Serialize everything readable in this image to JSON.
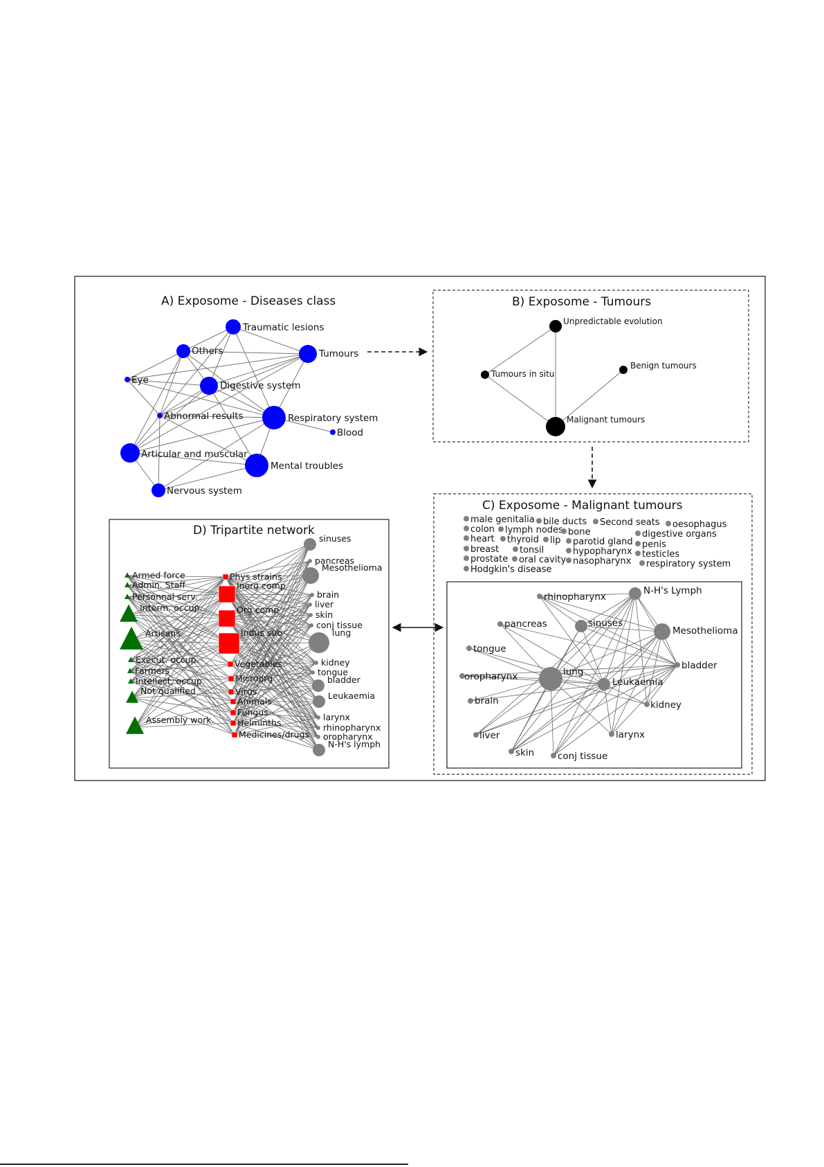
{
  "panelA": {
    "title": "A) Exposome - Diseases class",
    "node_color": "#0000ff",
    "nodes": [
      {
        "id": "traumatic",
        "label": "Traumatic lesions",
        "size": 11
      },
      {
        "id": "others",
        "label": "Others",
        "size": 10
      },
      {
        "id": "tumours",
        "label": "Tumours",
        "size": 13
      },
      {
        "id": "eye",
        "label": "Eye",
        "size": 4
      },
      {
        "id": "digestive",
        "label": "Digestive system",
        "size": 13
      },
      {
        "id": "abnormal",
        "label": "Abnormal results",
        "size": 4
      },
      {
        "id": "respiratory",
        "label": "Respiratory system",
        "size": 17
      },
      {
        "id": "blood",
        "label": "Blood",
        "size": 4
      },
      {
        "id": "articular",
        "label": "Articular and muscular",
        "size": 14
      },
      {
        "id": "mental",
        "label": "Mental troubles",
        "size": 17
      },
      {
        "id": "nervous",
        "label": "Nervous system",
        "size": 10
      }
    ],
    "edges": [
      [
        "traumatic",
        "tumours"
      ],
      [
        "traumatic",
        "digestive"
      ],
      [
        "traumatic",
        "others"
      ],
      [
        "traumatic",
        "respiratory"
      ],
      [
        "traumatic",
        "abnormal"
      ],
      [
        "others",
        "digestive"
      ],
      [
        "others",
        "respiratory"
      ],
      [
        "others",
        "abnormal"
      ],
      [
        "others",
        "articular"
      ],
      [
        "others",
        "eye"
      ],
      [
        "others",
        "tumours"
      ],
      [
        "tumours",
        "digestive"
      ],
      [
        "tumours",
        "respiratory"
      ],
      [
        "tumours",
        "abnormal"
      ],
      [
        "tumours",
        "articular"
      ],
      [
        "tumours",
        "eye"
      ],
      [
        "eye",
        "digestive"
      ],
      [
        "eye",
        "respiratory"
      ],
      [
        "eye",
        "abnormal"
      ],
      [
        "digestive",
        "respiratory"
      ],
      [
        "digestive",
        "abnormal"
      ],
      [
        "digestive",
        "articular"
      ],
      [
        "digestive",
        "mental"
      ],
      [
        "abnormal",
        "respiratory"
      ],
      [
        "abnormal",
        "articular"
      ],
      [
        "abnormal",
        "mental"
      ],
      [
        "abnormal",
        "nervous"
      ],
      [
        "respiratory",
        "blood"
      ],
      [
        "respiratory",
        "articular"
      ],
      [
        "respiratory",
        "mental"
      ],
      [
        "respiratory",
        "nervous"
      ],
      [
        "articular",
        "mental"
      ],
      [
        "articular",
        "nervous"
      ],
      [
        "mental",
        "nervous"
      ]
    ]
  },
  "panelB": {
    "title": "B) Exposome - Tumours",
    "node_color": "#000000",
    "nodes": [
      {
        "id": "unpredictable",
        "label": "Unpredictable evolution",
        "size": 9
      },
      {
        "id": "insitu",
        "label": "Tumours in situ",
        "size": 6
      },
      {
        "id": "benign",
        "label": "Benign tumours",
        "size": 6
      },
      {
        "id": "malignant",
        "label": "Malignant tumours",
        "size": 14
      }
    ],
    "edges": [
      [
        "unpredictable",
        "insitu"
      ],
      [
        "unpredictable",
        "malignant"
      ],
      [
        "insitu",
        "malignant"
      ],
      [
        "benign",
        "malignant"
      ]
    ]
  },
  "panelC": {
    "title": "C) Exposome - Malignant tumours",
    "node_color": "#808080",
    "isolated": [
      "male genitalia",
      "colon",
      "heart",
      "breast",
      "prostate",
      "Hodgkin's disease",
      "bile ducts",
      "lymph nodes",
      "thyroid",
      "tonsil",
      "oral cavity",
      "lip",
      "bone",
      "parotid gland",
      "hypopharynx",
      "nasopharynx",
      "Second seats",
      "oesophagus",
      "digestive organs",
      "penis",
      "testicles",
      "respiratory system"
    ],
    "nodes": [
      {
        "id": "rhino",
        "label": "rhinopharynx",
        "size": 4
      },
      {
        "id": "nhl",
        "label": "N-H's Lymph",
        "size": 9
      },
      {
        "id": "pancreas",
        "label": "pancreas",
        "size": 4
      },
      {
        "id": "sinuses",
        "label": "sinuses",
        "size": 9
      },
      {
        "id": "meso",
        "label": "Mesothelioma",
        "size": 12
      },
      {
        "id": "tongue",
        "label": "tongue",
        "size": 4
      },
      {
        "id": "bladder",
        "label": "bladder",
        "size": 4
      },
      {
        "id": "oro",
        "label": "oropharynx",
        "size": 4
      },
      {
        "id": "lung",
        "label": "lung",
        "size": 17
      },
      {
        "id": "leuk",
        "label": "Leukaemia",
        "size": 9
      },
      {
        "id": "brain",
        "label": "brain",
        "size": 4
      },
      {
        "id": "kidney",
        "label": "kidney",
        "size": 4
      },
      {
        "id": "liver",
        "label": "liver",
        "size": 4
      },
      {
        "id": "larynx",
        "label": "larynx",
        "size": 4
      },
      {
        "id": "skin",
        "label": "skin",
        "size": 4
      },
      {
        "id": "conj",
        "label": "conj tissue",
        "size": 4
      }
    ],
    "edges": [
      [
        "rhino",
        "nhl"
      ],
      [
        "rhino",
        "leuk"
      ],
      [
        "rhino",
        "bladder"
      ],
      [
        "rhino",
        "meso"
      ],
      [
        "rhino",
        "sinuses"
      ],
      [
        "pancreas",
        "lung"
      ],
      [
        "pancreas",
        "leuk"
      ],
      [
        "pancreas",
        "bladder"
      ],
      [
        "nhl",
        "sinuses"
      ],
      [
        "nhl",
        "meso"
      ],
      [
        "nhl",
        "lung"
      ],
      [
        "nhl",
        "leuk"
      ],
      [
        "nhl",
        "bladder"
      ],
      [
        "nhl",
        "kidney"
      ],
      [
        "nhl",
        "larynx"
      ],
      [
        "nhl",
        "skin"
      ],
      [
        "nhl",
        "conj"
      ],
      [
        "nhl",
        "liver"
      ],
      [
        "sinuses",
        "lung"
      ],
      [
        "sinuses",
        "leuk"
      ],
      [
        "sinuses",
        "bladder"
      ],
      [
        "sinuses",
        "meso"
      ],
      [
        "sinuses",
        "skin"
      ],
      [
        "meso",
        "lung"
      ],
      [
        "meso",
        "leuk"
      ],
      [
        "meso",
        "bladder"
      ],
      [
        "meso",
        "kidney"
      ],
      [
        "meso",
        "conj"
      ],
      [
        "meso",
        "larynx"
      ],
      [
        "meso",
        "skin"
      ],
      [
        "tongue",
        "lung"
      ],
      [
        "tongue",
        "leuk"
      ],
      [
        "oro",
        "lung"
      ],
      [
        "oro",
        "leuk"
      ],
      [
        "oro",
        "bladder"
      ],
      [
        "lung",
        "leuk"
      ],
      [
        "lung",
        "brain"
      ],
      [
        "lung",
        "liver"
      ],
      [
        "lung",
        "skin"
      ],
      [
        "lung",
        "conj"
      ],
      [
        "lung",
        "bladder"
      ],
      [
        "lung",
        "kidney"
      ],
      [
        "lung",
        "larynx"
      ],
      [
        "leuk",
        "bladder"
      ],
      [
        "leuk",
        "kidney"
      ],
      [
        "leuk",
        "larynx"
      ],
      [
        "leuk",
        "conj"
      ],
      [
        "leuk",
        "skin"
      ],
      [
        "leuk",
        "liver"
      ],
      [
        "leuk",
        "brain"
      ],
      [
        "bladder",
        "kidney"
      ],
      [
        "bladder",
        "larynx"
      ],
      [
        "bladder",
        "conj"
      ],
      [
        "bladder",
        "skin"
      ],
      [
        "bladder",
        "liver"
      ]
    ]
  },
  "panelD": {
    "title": "D) Tripartite network",
    "colors": {
      "occupation": "#007000",
      "exposure": "#ff0000",
      "disease": "#808080"
    },
    "occupations": [
      {
        "label": "Armed force",
        "size": 4
      },
      {
        "label": "Admin. Staff",
        "size": 4
      },
      {
        "label": "Personnal serv.",
        "size": 4
      },
      {
        "label": "Interm. occup.",
        "size": 13
      },
      {
        "label": "Artisans",
        "size": 17
      },
      {
        "label": "Execut. occup.",
        "size": 4
      },
      {
        "label": "Farmers",
        "size": 4
      },
      {
        "label": "Intellect. occup.",
        "size": 4
      },
      {
        "label": "Not qualified",
        "size": 9
      },
      {
        "label": "Assembly work.",
        "size": 13
      }
    ],
    "exposures": [
      {
        "label": "Phys strains",
        "size": 4
      },
      {
        "label": "Inorg comp",
        "size": 12
      },
      {
        "label": "Org comp",
        "size": 12
      },
      {
        "label": "Indus sub",
        "size": 15
      },
      {
        "label": "Vegetables",
        "size": 4
      },
      {
        "label": "Microorg",
        "size": 4
      },
      {
        "label": "Virus",
        "size": 4
      },
      {
        "label": "Animals",
        "size": 4
      },
      {
        "label": "Fungus",
        "size": 4
      },
      {
        "label": "Helminths",
        "size": 4
      },
      {
        "label": "Medicines/drugs",
        "size": 4
      }
    ],
    "diseases": [
      {
        "label": "sinuses",
        "size": 9
      },
      {
        "label": "pancreas",
        "size": 3
      },
      {
        "label": "Mesothelioma",
        "size": 12
      },
      {
        "label": "brain",
        "size": 3
      },
      {
        "label": "liver",
        "size": 3
      },
      {
        "label": "skin",
        "size": 3
      },
      {
        "label": "conj tissue",
        "size": 3
      },
      {
        "label": "lung",
        "size": 15
      },
      {
        "label": "kidney",
        "size": 3
      },
      {
        "label": "tongue",
        "size": 3
      },
      {
        "label": "bladder",
        "size": 9
      },
      {
        "label": "Leukaemia",
        "size": 9
      },
      {
        "label": "larynx",
        "size": 3
      },
      {
        "label": "rhinopharynx",
        "size": 3
      },
      {
        "label": "oropharynx",
        "size": 3
      },
      {
        "label": "N-H's lymph",
        "size": 9
      }
    ]
  }
}
